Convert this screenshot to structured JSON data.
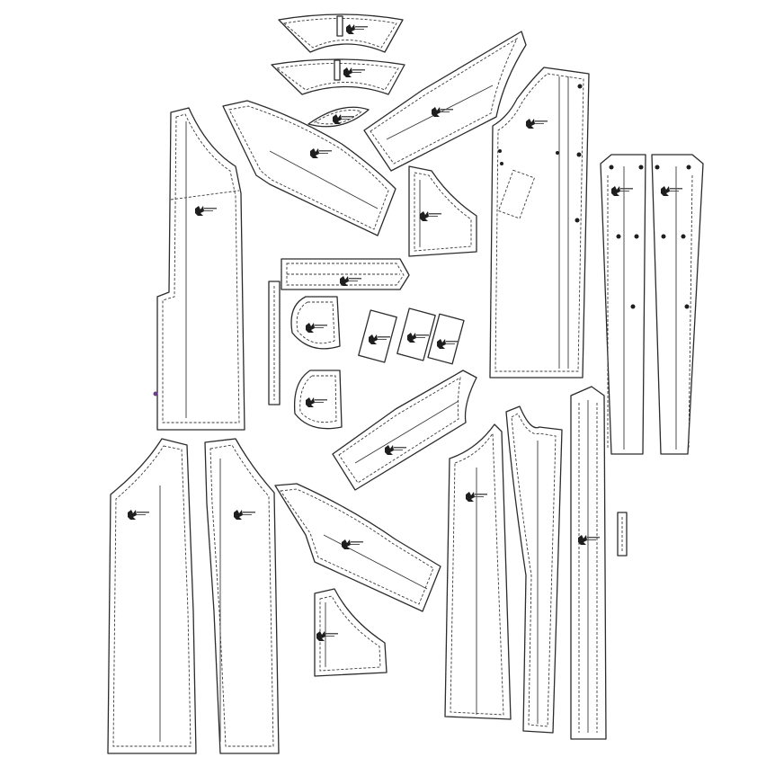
{
  "diagram": {
    "kind": "sewing-pattern-layout",
    "colors": {
      "outline": "#2b2b2b",
      "seam": "#3a3a3a",
      "background": "#ffffff",
      "marker": "#1e1e1e"
    },
    "pieces": [
      {
        "id": "collar-stand-1",
        "shape": "collar"
      },
      {
        "id": "collar-stand-2",
        "shape": "collar"
      },
      {
        "id": "collar-small",
        "shape": "lens"
      },
      {
        "id": "back-left",
        "shape": "panel"
      },
      {
        "id": "sleeve-top-left",
        "shape": "sleeve"
      },
      {
        "id": "sleeve-top-right",
        "shape": "sleeve"
      },
      {
        "id": "yoke-small-top",
        "shape": "yoke"
      },
      {
        "id": "front-right",
        "shape": "panel"
      },
      {
        "id": "placket-a",
        "shape": "strip"
      },
      {
        "id": "placket-b",
        "shape": "strip"
      },
      {
        "id": "cuff",
        "shape": "cuff"
      },
      {
        "id": "narrow-strip",
        "shape": "strip"
      },
      {
        "id": "pocket-1",
        "shape": "pocket"
      },
      {
        "id": "pocket-2",
        "shape": "pocket"
      },
      {
        "id": "tab-1",
        "shape": "tab"
      },
      {
        "id": "tab-2",
        "shape": "tab"
      },
      {
        "id": "tab-3",
        "shape": "tab"
      },
      {
        "id": "sleeve-mid",
        "shape": "sleeve"
      },
      {
        "id": "front-bottom-left",
        "shape": "panel"
      },
      {
        "id": "front-bottom-left-2",
        "shape": "panel"
      },
      {
        "id": "sleeve-bottom",
        "shape": "sleeve"
      },
      {
        "id": "yoke-small-bottom",
        "shape": "yoke"
      },
      {
        "id": "front-bottom-right",
        "shape": "panel"
      },
      {
        "id": "side-strip",
        "shape": "strip"
      },
      {
        "id": "long-strip",
        "shape": "strip"
      },
      {
        "id": "tiny-loop",
        "shape": "strip"
      }
    ]
  }
}
